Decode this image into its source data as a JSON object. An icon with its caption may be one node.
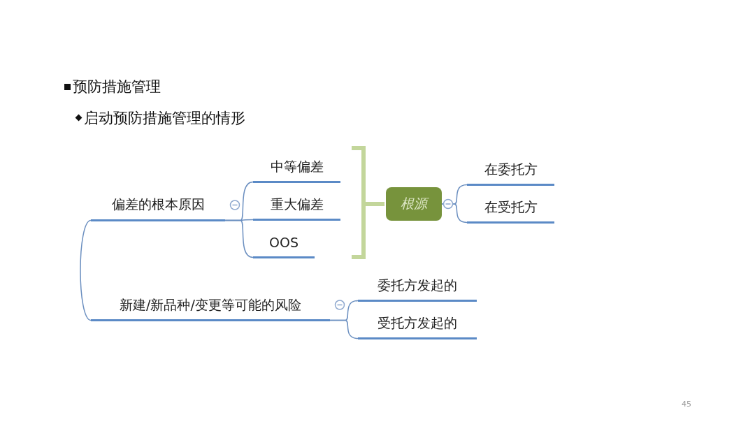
{
  "diagram": {
    "nodes": [
      {
        "text": [
          "偏差的根本原因"
        ]
      },
      {
        "text": [
          "中等偏差"
        ]
      },
      {
        "text": [
          "重大偏差"
        ]
      },
      {
        "text": [
          "OOS"
        ]
      },
      {
        "text": [
          "新建/新品种/变更等可能的风险"
        ]
      },
      {
        "text": [
          "根源"
        ]
      },
      {
        "text": [
          "在委托方"
        ]
      },
      {
        "text": [
          "在受托方"
        ]
      },
      {
        "text": [
          "委托方发起的"
        ]
      },
      {
        "text": [
          "受托方发起的"
        ]
      }
    ],
    "edges": [
      {
        "from": 0,
        "to": 4,
        "arrow": "none"
      },
      {
        "from": 0,
        "to": 1,
        "arrow": "none"
      },
      {
        "from": 0,
        "to": 2,
        "arrow": "none"
      },
      {
        "from": 0,
        "to": 3,
        "arrow": "none"
      },
      {
        "from": 5,
        "to": 6,
        "arrow": "none"
      },
      {
        "from": 5,
        "to": 7,
        "arrow": "none"
      },
      {
        "from": 4,
        "to": 8,
        "arrow": "none"
      },
      {
        "from": 4,
        "to": 9,
        "arrow": "none"
      }
    ],
    "labels": [
      "预防措施管理",
      "启动预防措施管理的情形",
      "45"
    ]
  }
}
